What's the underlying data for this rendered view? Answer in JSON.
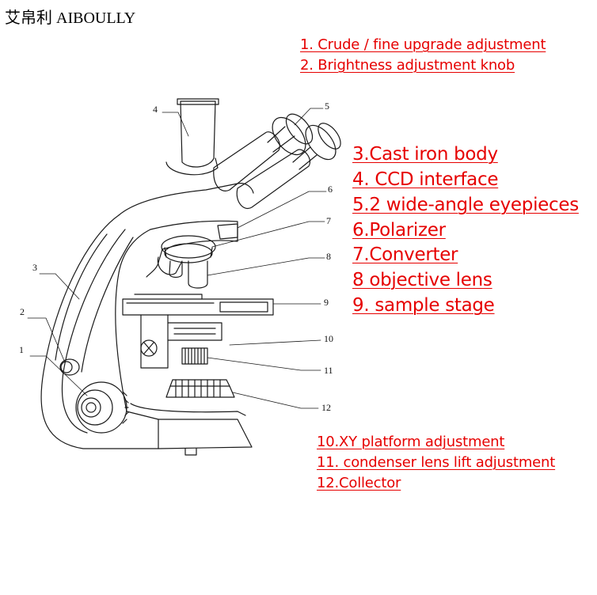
{
  "brand": "艾帛利 AIBOULLY",
  "top_labels": [
    "1. Crude / fine upgrade adjustment",
    "2. Brightness adjustment knob"
  ],
  "right_labels": [
    "3.Cast iron body",
    "4. CCD interface",
    "5.2 wide-angle eyepieces",
    "6.Polarizer",
    "7.Converter",
    "8 objective lens",
    "9. sample stage"
  ],
  "bottom_labels": [
    "10.XY platform adjustment",
    "11. condenser lens lift adjustment",
    "12.Collector"
  ],
  "callout_numbers": [
    "1",
    "2",
    "3",
    "4",
    "5",
    "6",
    "7",
    "8",
    "9",
    "10",
    "11",
    "12"
  ]
}
